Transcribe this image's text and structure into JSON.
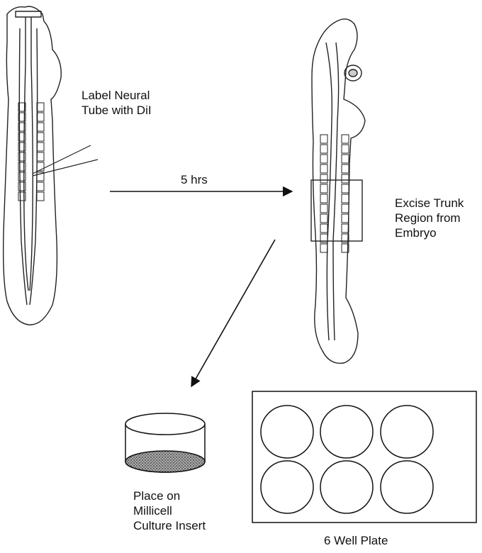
{
  "labels": {
    "step1": [
      "Label Neural",
      "Tube with DiI"
    ],
    "arrow_time": "5 hrs",
    "step2": [
      "Excise Trunk",
      "Region from",
      "Embryo"
    ],
    "step3": [
      "Place on",
      "Millicell",
      "Culture Insert"
    ],
    "plate": "6 Well Plate"
  }
}
